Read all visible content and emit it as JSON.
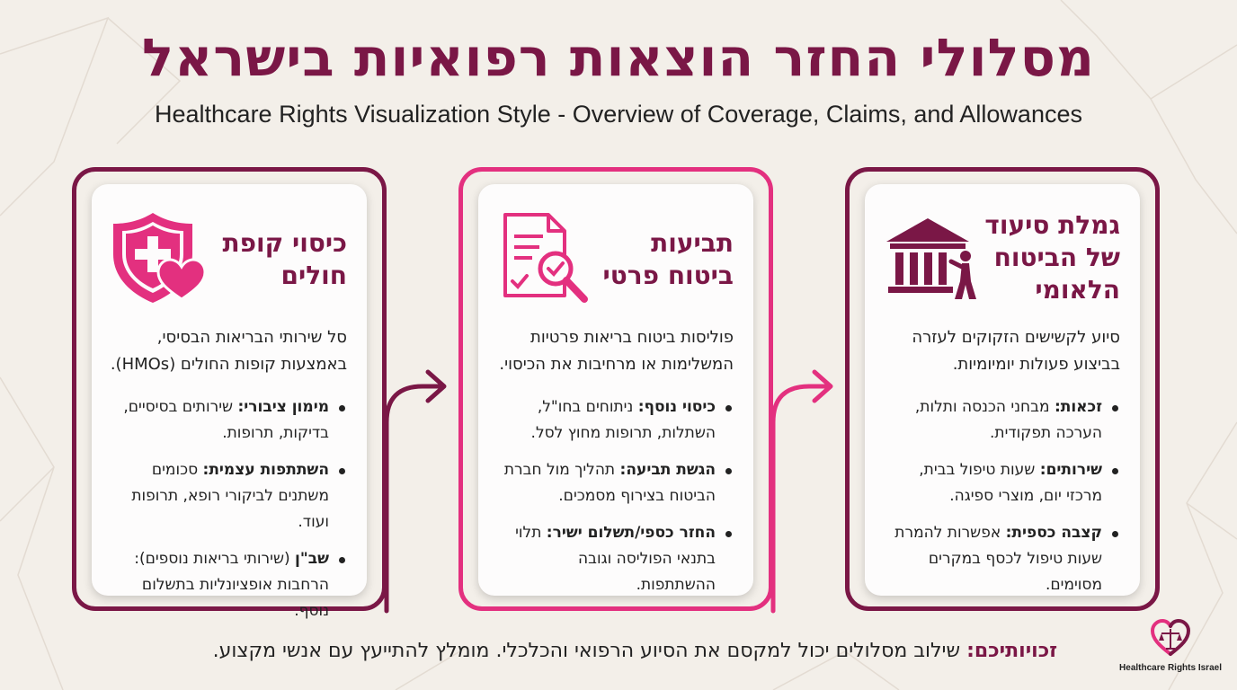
{
  "title": "מסלולי החזר הוצאות רפואיות בישראל",
  "subtitle": "Healthcare Rights Visualization Style - Overview of Coverage, Claims, and Allowances",
  "colors": {
    "primary": "#7a1746",
    "accent": "#e3307f",
    "background": "#f3efe9"
  },
  "cards": [
    {
      "icon": "bank-building-icon",
      "title": "גמלת סיעוד של הביטוח הלאומי",
      "description": "סיוע לקשישים הזקוקים לעזרה בביצוע פעולות יומיומיות.",
      "bullets": [
        {
          "label": "זכאות:",
          "text": "מבחני הכנסה ותלות, הערכה תפקודית."
        },
        {
          "label": "שירותים:",
          "text": "שעות טיפול בבית, מרכזי יום, מוצרי ספיגה."
        },
        {
          "label": "קצבה כספית:",
          "text": "אפשרות להמרת שעות טיפול לכסף במקרים מסוימים."
        }
      ]
    },
    {
      "icon": "document-search-icon",
      "title": "תביעות ביטוח פרטי",
      "description": "פוליסות ביטוח בריאות פרטיות המשלימות או מרחיבות את הכיסוי.",
      "bullets": [
        {
          "label": "כיסוי נוסף:",
          "text": "ניתוחים בחו\"ל, השתלות, תרופות מחוץ לסל."
        },
        {
          "label": "הגשת תביעה:",
          "text": "תהליך מול חברת הביטוח בצירוף מסמכים."
        },
        {
          "label": "החזר כספי/תשלום ישיר:",
          "text": "תלוי בתנאי הפוליסה וגובה ההשתתפות."
        }
      ]
    },
    {
      "icon": "shield-heart-icon",
      "title": "כיסוי קופת חולים",
      "description": "סל שירותי הבריאות הבסיסי, באמצעות קופות החולים (HMOs).",
      "bullets": [
        {
          "label": "מימון ציבורי:",
          "text": "שירותים בסיסיים, בדיקות, תרופות."
        },
        {
          "label": "השתתפות עצמית:",
          "text": "סכומים משתנים לביקורי רופא, תרופות ועוד."
        },
        {
          "label": "שב\"ן",
          "text": "(שירותי בריאות נוספים): הרחבות אופציונליות בתשלום נוסף."
        }
      ]
    }
  ],
  "footer": {
    "label": "זכויותיכם:",
    "text": "שילוב מסלולים יכול למקסם את הסיוע הרפואי והכלכלי. מומלץ להתייעץ עם אנשי מקצוע."
  },
  "logo": {
    "text": "Healthcare Rights Israel",
    "icon": "heart-scales-icon"
  }
}
